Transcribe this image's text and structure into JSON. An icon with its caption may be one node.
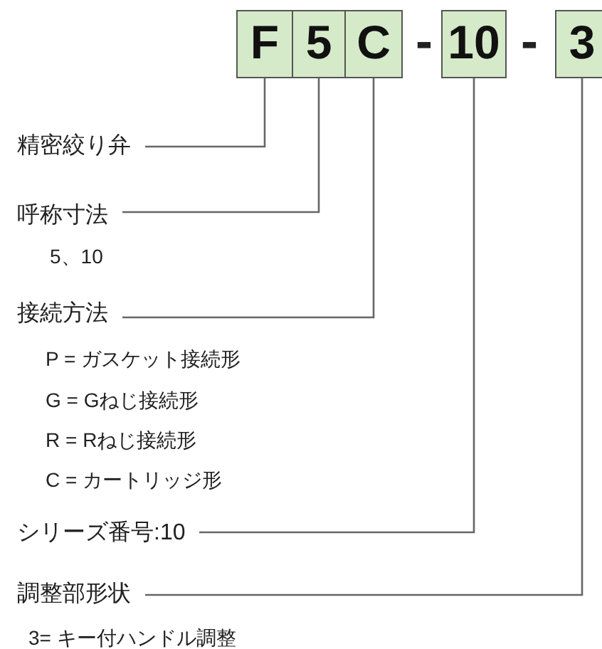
{
  "diagram": {
    "nodes": [
      {
        "text": [
          "F"
        ]
      },
      {
        "text": [
          "5"
        ]
      },
      {
        "text": [
          "C"
        ]
      },
      {
        "text": [
          "10"
        ]
      },
      {
        "text": [
          "3"
        ]
      },
      {
        "text": [
          "精密絞り弁"
        ]
      },
      {
        "text": [
          "呼称寸法"
        ],
        "beside": [
          "5、10"
        ]
      },
      {
        "text": [
          "接続方法"
        ],
        "beside": [
          "P = ガスケット接続形",
          "G = Gねじ接続形",
          "R = Rねじ接続形",
          "C = カートリッジ形"
        ]
      },
      {
        "text": [
          "シリーズ番号:10"
        ]
      },
      {
        "text": [
          "調整部形状"
        ],
        "beside": [
          "3= キー付ハンドル調整"
        ]
      }
    ],
    "edges": [
      {
        "from": 5,
        "to": 0,
        "arrow": "none"
      },
      {
        "from": 6,
        "to": 1,
        "arrow": "none"
      },
      {
        "from": 7,
        "to": 2,
        "arrow": "none"
      },
      {
        "from": 8,
        "to": 3,
        "arrow": "none"
      },
      {
        "from": 9,
        "to": 4,
        "arrow": "none"
      }
    ],
    "labels": [
      "-",
      "-"
    ]
  }
}
